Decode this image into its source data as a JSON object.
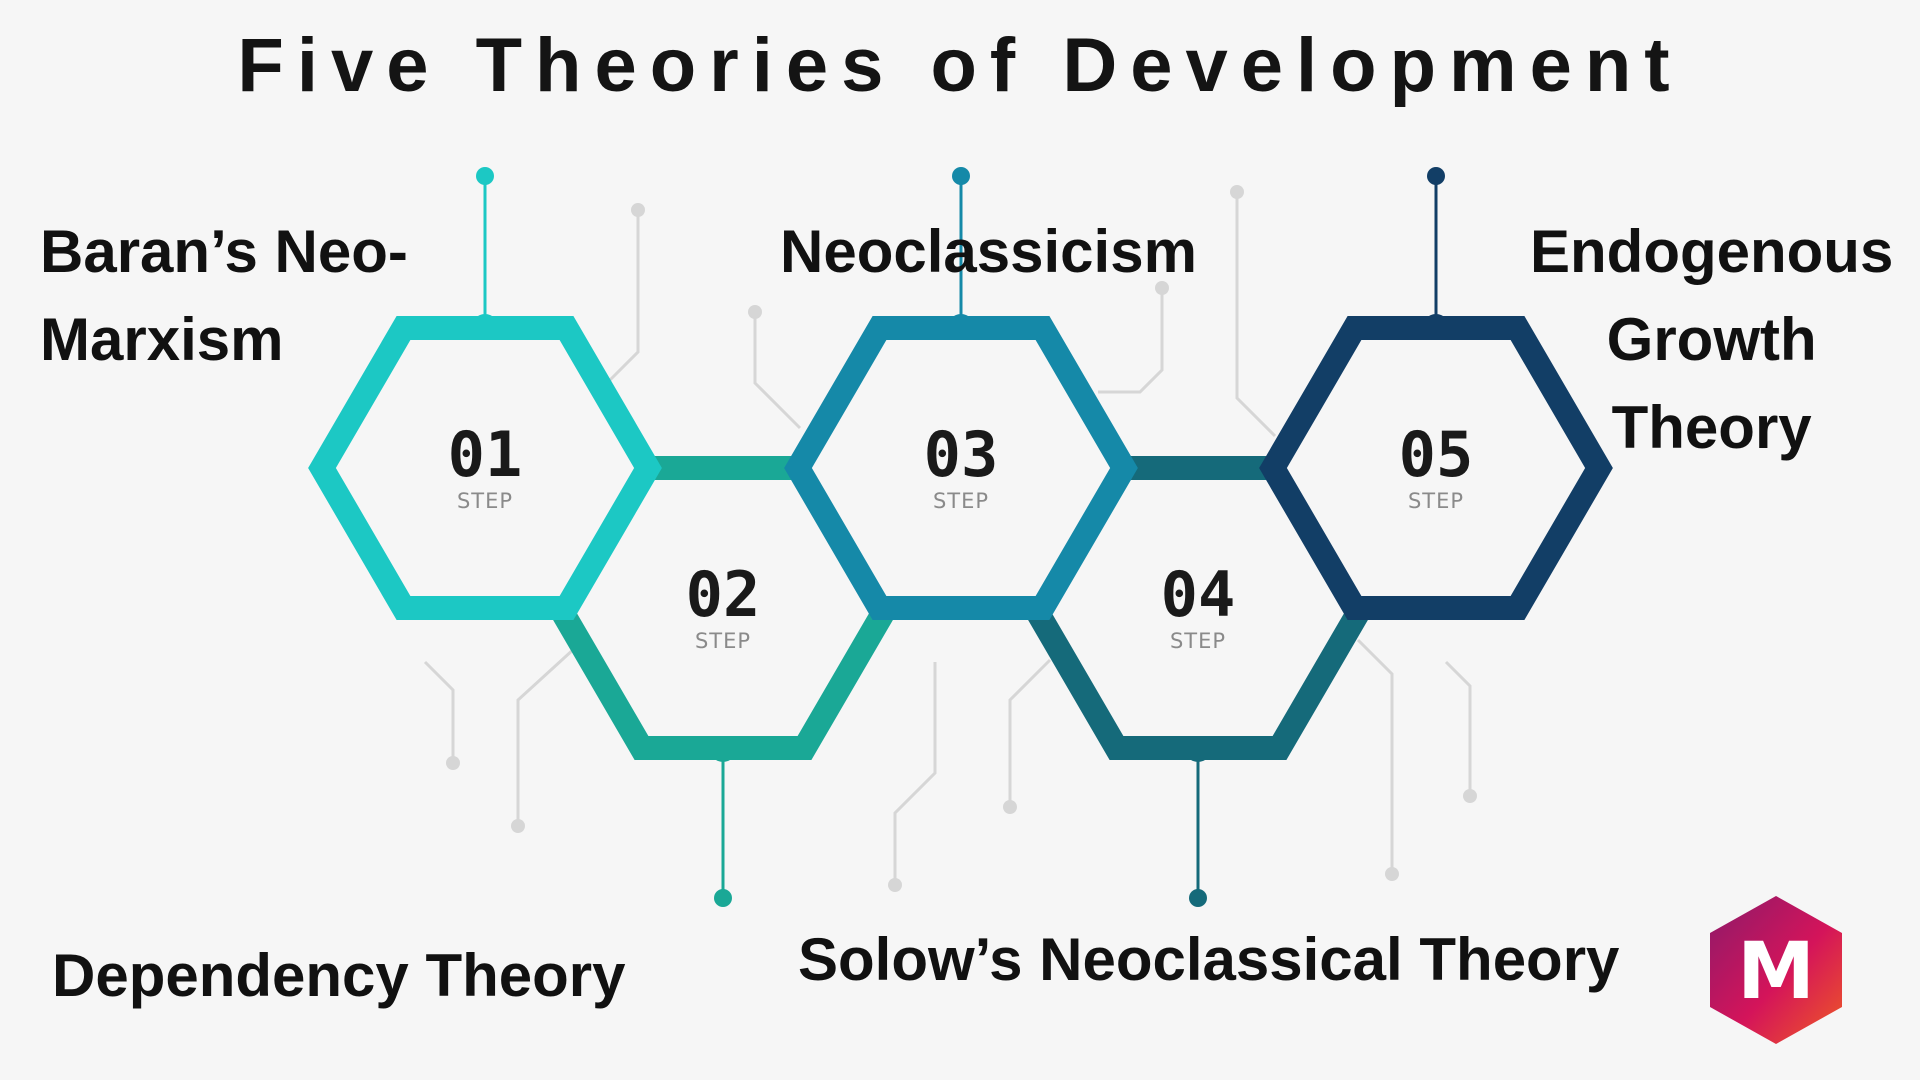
{
  "title": "Five Theories of Development",
  "theories": [
    {
      "number": "01",
      "step_label": "STEP",
      "name": "Baran’s Neo-\nMarxism",
      "color": "#1cc8c4"
    },
    {
      "number": "02",
      "step_label": "STEP",
      "name": "Dependency Theory",
      "color": "#1aa896"
    },
    {
      "number": "03",
      "step_label": "STEP",
      "name": "Neoclassicism",
      "color": "#1589a8"
    },
    {
      "number": "04",
      "step_label": "STEP",
      "name": "Solow’s Neoclassical Theory",
      "color": "#156a7a"
    },
    {
      "number": "05",
      "step_label": "STEP",
      "name": "Endogenous\nGrowth\nTheory",
      "color": "#123e66"
    }
  ],
  "logo": {
    "letter": "M",
    "colors": [
      "#d4145a",
      "#ef5a24",
      "#8c1a6a"
    ]
  }
}
